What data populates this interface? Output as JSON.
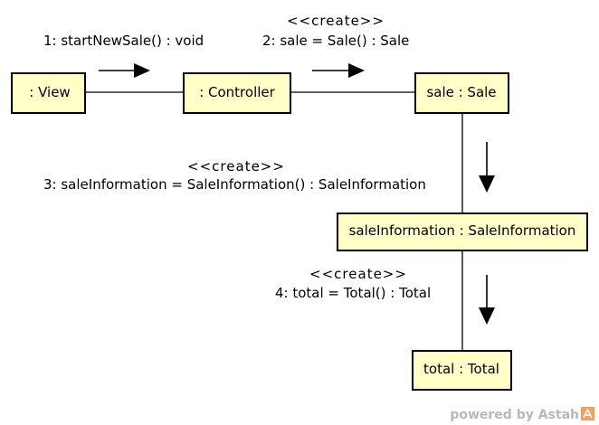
{
  "objects": {
    "view": {
      "label": ": View"
    },
    "controller": {
      "label": ": Controller"
    },
    "sale": {
      "label": "sale : Sale"
    },
    "sale_information": {
      "label": "saleInformation : SaleInformation"
    },
    "total": {
      "label": "total : Total"
    }
  },
  "messages": {
    "m1": {
      "text": "1: startNewSale() : void"
    },
    "m2": {
      "stereotype": "<<create>>",
      "text": "2: sale = Sale() : Sale"
    },
    "m3": {
      "stereotype": "<<create>>",
      "text": "3: saleInformation = SaleInformation() : SaleInformation"
    },
    "m4": {
      "stereotype": "<<create>>",
      "text": "4: total = Total() : Total"
    }
  },
  "watermark": {
    "text": "powered by Astah"
  },
  "colors": {
    "object_fill": "#ffffc8",
    "object_border": "#000000",
    "line": "#000000",
    "watermark": "#b8b8b8",
    "watermark_logo": "#f0a060"
  }
}
